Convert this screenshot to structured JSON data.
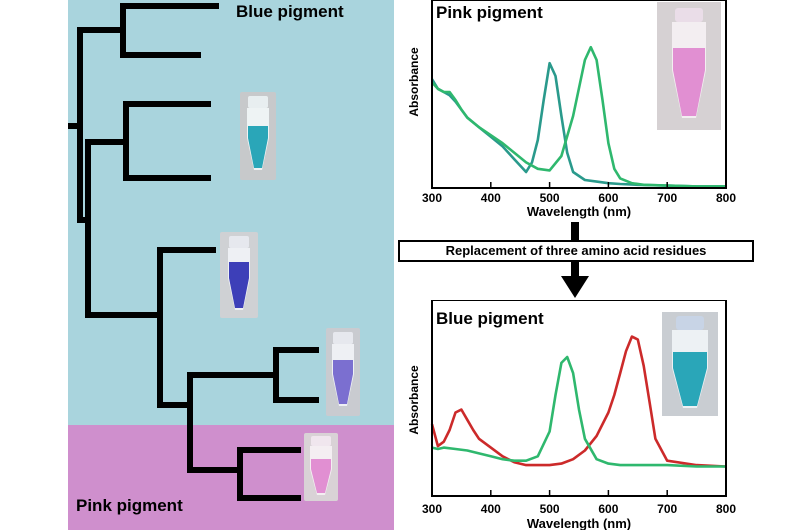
{
  "tree": {
    "top_label": "Blue pigment",
    "bottom_label": "Pink pigment",
    "bg_top_color": "#a9d4dd",
    "bg_bottom_color": "#cf8fcd"
  },
  "tubes": [
    {
      "name": "tube-cyan",
      "liquid": "#2aa6b8",
      "cap": "#e8eef0"
    },
    {
      "name": "tube-blue",
      "liquid": "#3d3fb8",
      "cap": "#e6e8ee"
    },
    {
      "name": "tube-violet",
      "liquid": "#7b6fd0",
      "cap": "#e6e8ee"
    },
    {
      "name": "tube-pink",
      "liquid": "#e18fd2",
      "cap": "#f0e6ee"
    }
  ],
  "connector": {
    "text": "Replacement of three amino acid residues"
  },
  "chart_data": [
    {
      "type": "line",
      "title": "Pink pigment",
      "xlabel": "Wavelength (nm)",
      "ylabel": "Absorbance",
      "xlim": [
        300,
        800
      ],
      "xticks": [
        "300",
        "400",
        "500",
        "600",
        "700",
        "800"
      ],
      "series": [
        {
          "color": "#2a9a8c",
          "x": [
            300,
            310,
            320,
            330,
            340,
            350,
            360,
            380,
            400,
            420,
            440,
            460,
            470,
            480,
            490,
            500,
            510,
            520,
            530,
            540,
            560,
            580,
            600,
            620,
            650,
            700,
            750,
            800
          ],
          "y": [
            0.68,
            0.62,
            0.6,
            0.58,
            0.54,
            0.49,
            0.44,
            0.38,
            0.32,
            0.26,
            0.18,
            0.1,
            0.16,
            0.3,
            0.55,
            0.78,
            0.7,
            0.45,
            0.22,
            0.1,
            0.05,
            0.04,
            0.03,
            0.025,
            0.02,
            0.015,
            0.01,
            0.01
          ]
        },
        {
          "color": "#2fb86e",
          "x": [
            300,
            310,
            320,
            330,
            340,
            350,
            360,
            380,
            400,
            420,
            440,
            460,
            480,
            500,
            520,
            540,
            560,
            570,
            580,
            590,
            600,
            610,
            620,
            640,
            660,
            700,
            750,
            800
          ],
          "y": [
            0.66,
            0.62,
            0.6,
            0.6,
            0.55,
            0.49,
            0.44,
            0.38,
            0.33,
            0.28,
            0.22,
            0.16,
            0.12,
            0.11,
            0.2,
            0.45,
            0.8,
            0.88,
            0.8,
            0.55,
            0.28,
            0.12,
            0.06,
            0.03,
            0.02,
            0.015,
            0.01,
            0.01
          ]
        }
      ]
    },
    {
      "type": "line",
      "title": "Blue pigment",
      "xlabel": "Wavelength (nm)",
      "ylabel": "Absorbance",
      "xlim": [
        300,
        800
      ],
      "xticks": [
        "300",
        "400",
        "500",
        "600",
        "700",
        "800"
      ],
      "series": [
        {
          "color": "#cc2a2a",
          "x": [
            300,
            310,
            320,
            330,
            340,
            350,
            360,
            370,
            380,
            400,
            420,
            440,
            460,
            480,
            500,
            520,
            540,
            560,
            580,
            600,
            610,
            620,
            630,
            640,
            650,
            660,
            670,
            680,
            700,
            750,
            800
          ],
          "y": [
            0.3,
            0.15,
            0.18,
            0.26,
            0.38,
            0.4,
            0.33,
            0.26,
            0.2,
            0.14,
            0.08,
            0.04,
            0.02,
            0.02,
            0.02,
            0.03,
            0.06,
            0.12,
            0.22,
            0.38,
            0.5,
            0.65,
            0.8,
            0.9,
            0.88,
            0.7,
            0.45,
            0.2,
            0.05,
            0.02,
            0.01
          ]
        },
        {
          "color": "#2fb86e",
          "x": [
            300,
            310,
            320,
            340,
            360,
            380,
            400,
            420,
            440,
            460,
            480,
            500,
            510,
            520,
            530,
            540,
            550,
            560,
            580,
            600,
            620,
            650,
            700,
            750,
            800
          ],
          "y": [
            0.14,
            0.13,
            0.14,
            0.13,
            0.12,
            0.1,
            0.08,
            0.06,
            0.05,
            0.05,
            0.08,
            0.25,
            0.5,
            0.72,
            0.76,
            0.65,
            0.4,
            0.2,
            0.06,
            0.03,
            0.02,
            0.02,
            0.02,
            0.01,
            0.01
          ]
        }
      ]
    }
  ]
}
